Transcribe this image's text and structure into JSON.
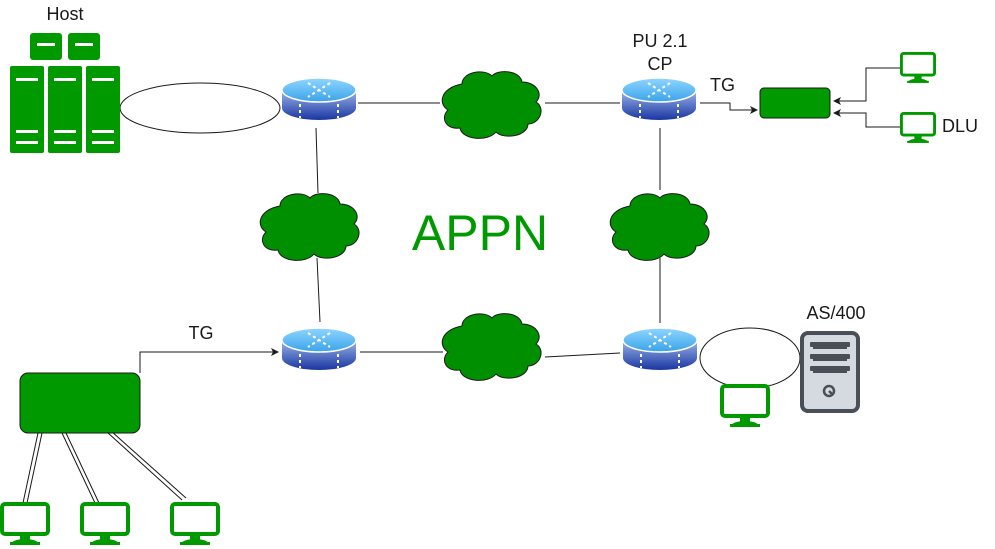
{
  "diagram": {
    "title": "APPN",
    "colors": {
      "accent_green": "#009900",
      "router_top": "#5bbcf5",
      "router_bottom": "#1f3fa6",
      "as400_gray": "#d5d9e0",
      "as400_border": "#4a4f57",
      "line": "#1a1a1a"
    },
    "labels": {
      "host": "Host",
      "pu_line1": "PU 2.1",
      "pu_line2": "CP",
      "tg_top": "TG",
      "dlu": "DLU",
      "as400": "AS/400",
      "tg_bottom": "TG"
    },
    "nodes": [
      {
        "id": "host",
        "type": "mainframe-icon",
        "label": "Host"
      },
      {
        "id": "router-top-left",
        "type": "router-icon"
      },
      {
        "id": "router-top-right",
        "type": "router-icon",
        "label": "PU 2.1 CP"
      },
      {
        "id": "router-bottom-left",
        "type": "router-icon"
      },
      {
        "id": "router-bottom-right",
        "type": "router-icon"
      },
      {
        "id": "cloud-top",
        "type": "cloud-icon"
      },
      {
        "id": "cloud-left",
        "type": "cloud-icon"
      },
      {
        "id": "cloud-right",
        "type": "cloud-icon"
      },
      {
        "id": "cloud-bottom",
        "type": "cloud-icon"
      },
      {
        "id": "controller-top",
        "type": "controller-box"
      },
      {
        "id": "controller-bottom",
        "type": "controller-box"
      },
      {
        "id": "terminal-dlu-1",
        "type": "monitor-icon"
      },
      {
        "id": "terminal-dlu-2",
        "type": "monitor-icon",
        "label": "DLU"
      },
      {
        "id": "as400",
        "type": "server-icon",
        "label": "AS/400"
      },
      {
        "id": "terminal-as400",
        "type": "monitor-icon"
      },
      {
        "id": "terminal-bottom-1",
        "type": "monitor-icon"
      },
      {
        "id": "terminal-bottom-2",
        "type": "monitor-icon"
      },
      {
        "id": "terminal-bottom-3",
        "type": "monitor-icon"
      }
    ],
    "edges": [
      {
        "from": "host",
        "to": "router-top-left",
        "style": "ellipse"
      },
      {
        "from": "router-top-left",
        "to": "cloud-top"
      },
      {
        "from": "cloud-top",
        "to": "router-top-right"
      },
      {
        "from": "router-top-right",
        "to": "controller-top",
        "label": "TG",
        "arrow": true
      },
      {
        "from": "terminal-dlu-1",
        "to": "controller-top",
        "arrow": true
      },
      {
        "from": "terminal-dlu-2",
        "to": "controller-top",
        "arrow": true
      },
      {
        "from": "router-top-left",
        "to": "cloud-left"
      },
      {
        "from": "cloud-left",
        "to": "router-bottom-left"
      },
      {
        "from": "router-top-right",
        "to": "cloud-right"
      },
      {
        "from": "cloud-right",
        "to": "router-bottom-right"
      },
      {
        "from": "router-bottom-left",
        "to": "cloud-bottom"
      },
      {
        "from": "cloud-bottom",
        "to": "router-bottom-right"
      },
      {
        "from": "router-bottom-right",
        "to": "as400",
        "style": "ellipse"
      },
      {
        "from": "controller-bottom",
        "to": "router-bottom-left",
        "label": "TG",
        "arrow": true
      },
      {
        "from": "controller-bottom",
        "to": "terminal-bottom-1",
        "style": "double"
      },
      {
        "from": "controller-bottom",
        "to": "terminal-bottom-2",
        "style": "double"
      },
      {
        "from": "controller-bottom",
        "to": "terminal-bottom-3",
        "style": "double"
      }
    ]
  }
}
